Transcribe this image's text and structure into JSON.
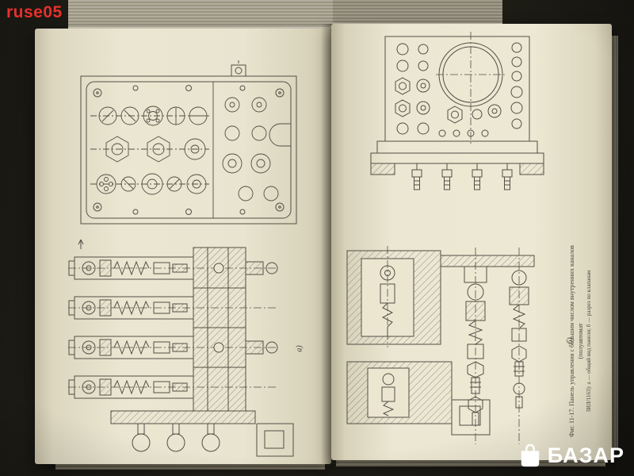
{
  "overlay": {
    "watermark": "ruse05",
    "watermark_color": "#e5312b",
    "logo": "БАЗАР",
    "logo_color": "#ffffff"
  },
  "book": {
    "page_color": "#eae4cf",
    "line_color": "#524f45",
    "caption": {
      "line1": "Фиг. 11-17. Панель управления с большим числом внутренних каналов (полуавтомат",
      "line2": "ЗИЛ/1163): а — общий вид панели; б — разрез по клапанам"
    },
    "labels": {
      "a": "а)",
      "b": "б)"
    },
    "figures": [
      {
        "name": "manifold-plate-top-view",
        "page": "left",
        "position": "top"
      },
      {
        "name": "valve-block-cross-section",
        "page": "left",
        "position": "bottom"
      },
      {
        "name": "panel-front-view",
        "page": "right",
        "position": "top"
      },
      {
        "name": "panel-cross-section",
        "page": "right",
        "position": "bottom"
      }
    ]
  }
}
